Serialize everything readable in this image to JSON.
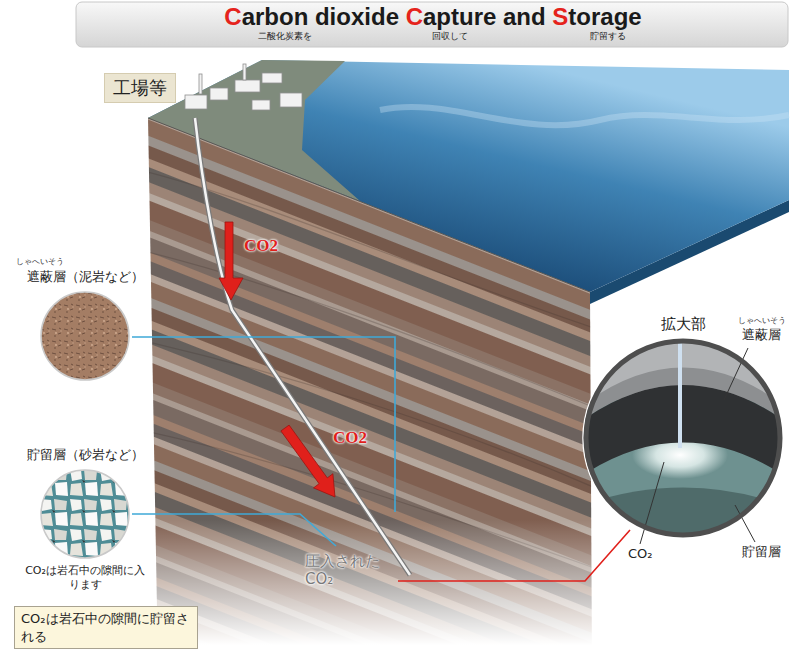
{
  "diagram": {
    "title": "Carbon dioxide Capture and Storage",
    "nodes": [
      {
        "text": [
          "工場等"
        ]
      },
      {
        "text": [
          "遮蔽層（泥岩など）"
        ]
      },
      {
        "text": [
          "貯留層（砂岩など）",
          "CO₂は岩石中の隙間に入ります"
        ]
      },
      {
        "text": [
          "CO₂は岩石中の隙間に貯留される"
        ]
      },
      {
        "text": [
          "拡大部"
        ]
      }
    ],
    "labels": [
      "二酸化炭素を",
      "回収して",
      "貯留する",
      "CO2",
      "CO2",
      "しゃへいそう",
      "圧入された CO₂",
      "しゃへいそう",
      "遮蔽層",
      "CO₂",
      "貯留層"
    ]
  }
}
